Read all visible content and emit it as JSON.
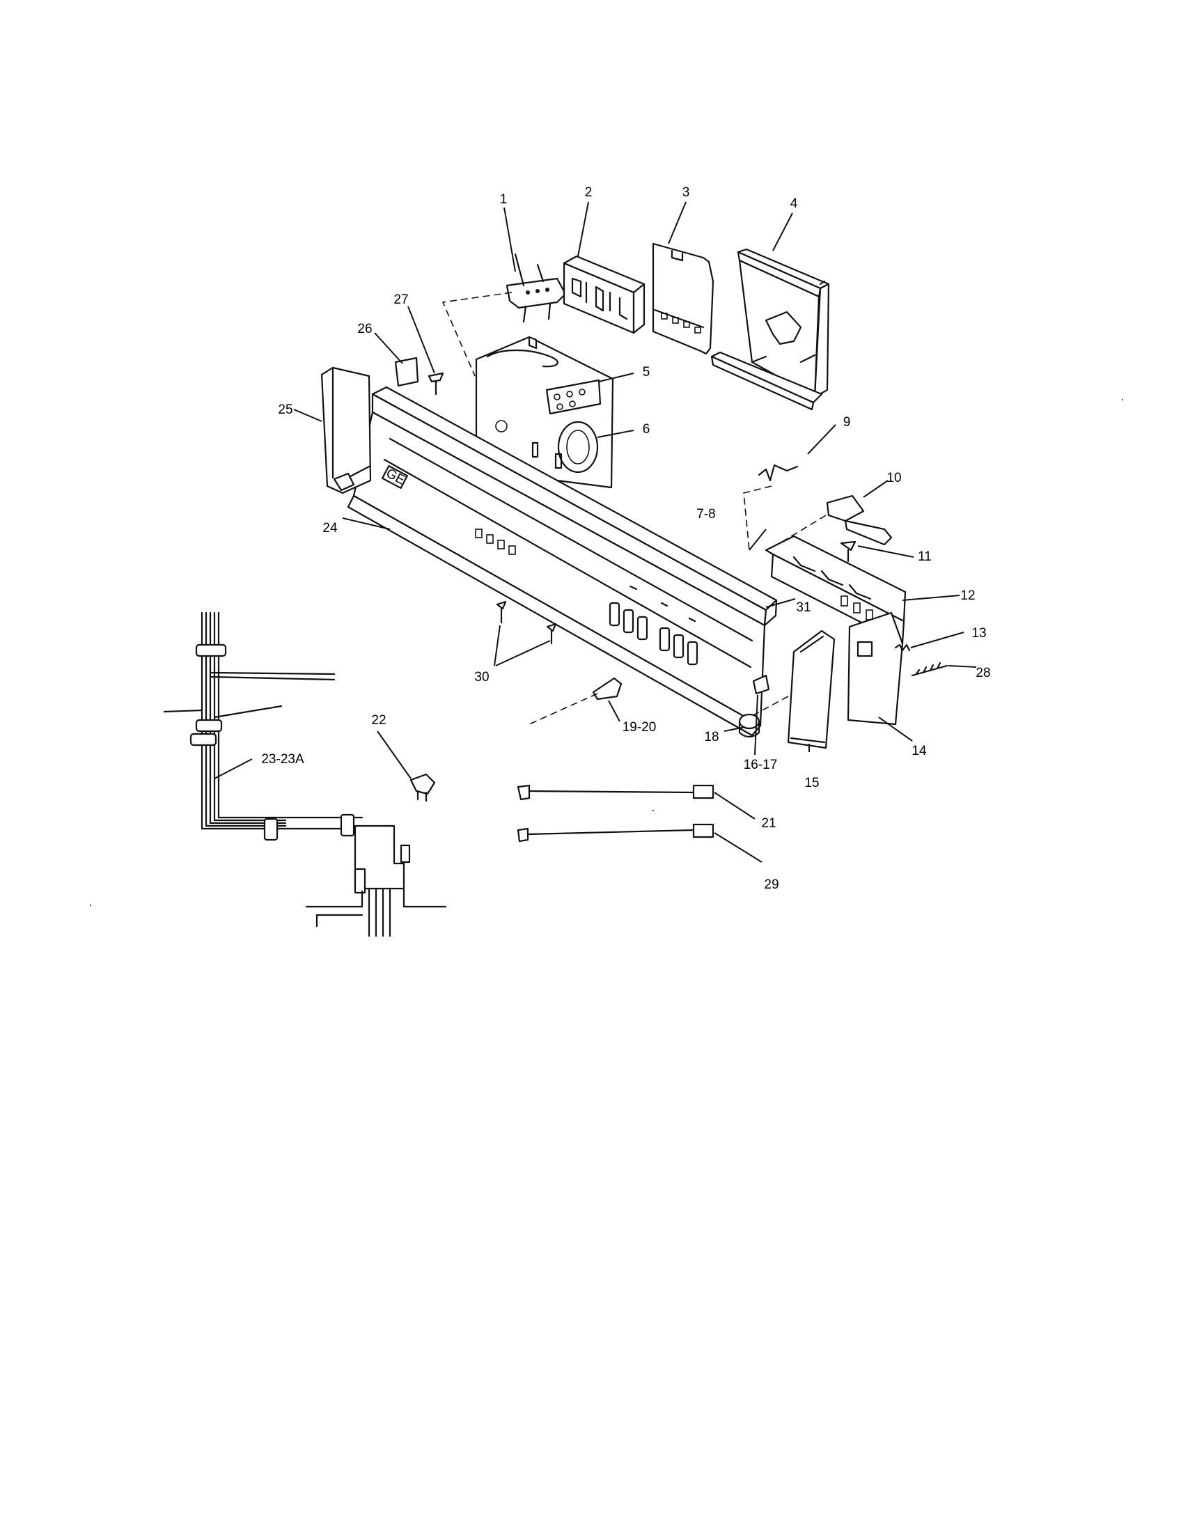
{
  "diagram": {
    "callouts": [
      {
        "id": "c1",
        "label": "1"
      },
      {
        "id": "c2",
        "label": "2"
      },
      {
        "id": "c3",
        "label": "3"
      },
      {
        "id": "c4",
        "label": "4"
      },
      {
        "id": "c5",
        "label": "5"
      },
      {
        "id": "c6",
        "label": "6"
      },
      {
        "id": "c7",
        "label": "7-8"
      },
      {
        "id": "c9",
        "label": "9"
      },
      {
        "id": "c10",
        "label": "10"
      },
      {
        "id": "c11",
        "label": "11"
      },
      {
        "id": "c12",
        "label": "12"
      },
      {
        "id": "c13",
        "label": "13"
      },
      {
        "id": "c14",
        "label": "14"
      },
      {
        "id": "c15",
        "label": "15"
      },
      {
        "id": "c16",
        "label": "16-17"
      },
      {
        "id": "c18",
        "label": "18"
      },
      {
        "id": "c19",
        "label": "19-20"
      },
      {
        "id": "c21",
        "label": "21"
      },
      {
        "id": "c22",
        "label": "22"
      },
      {
        "id": "c23",
        "label": "23-23A"
      },
      {
        "id": "c24",
        "label": "24"
      },
      {
        "id": "c25",
        "label": "25"
      },
      {
        "id": "c26",
        "label": "26"
      },
      {
        "id": "c27",
        "label": "27"
      },
      {
        "id": "c28",
        "label": "28"
      },
      {
        "id": "c29",
        "label": "29"
      },
      {
        "id": "c30",
        "label": "30"
      },
      {
        "id": "c31",
        "label": "31"
      }
    ]
  }
}
